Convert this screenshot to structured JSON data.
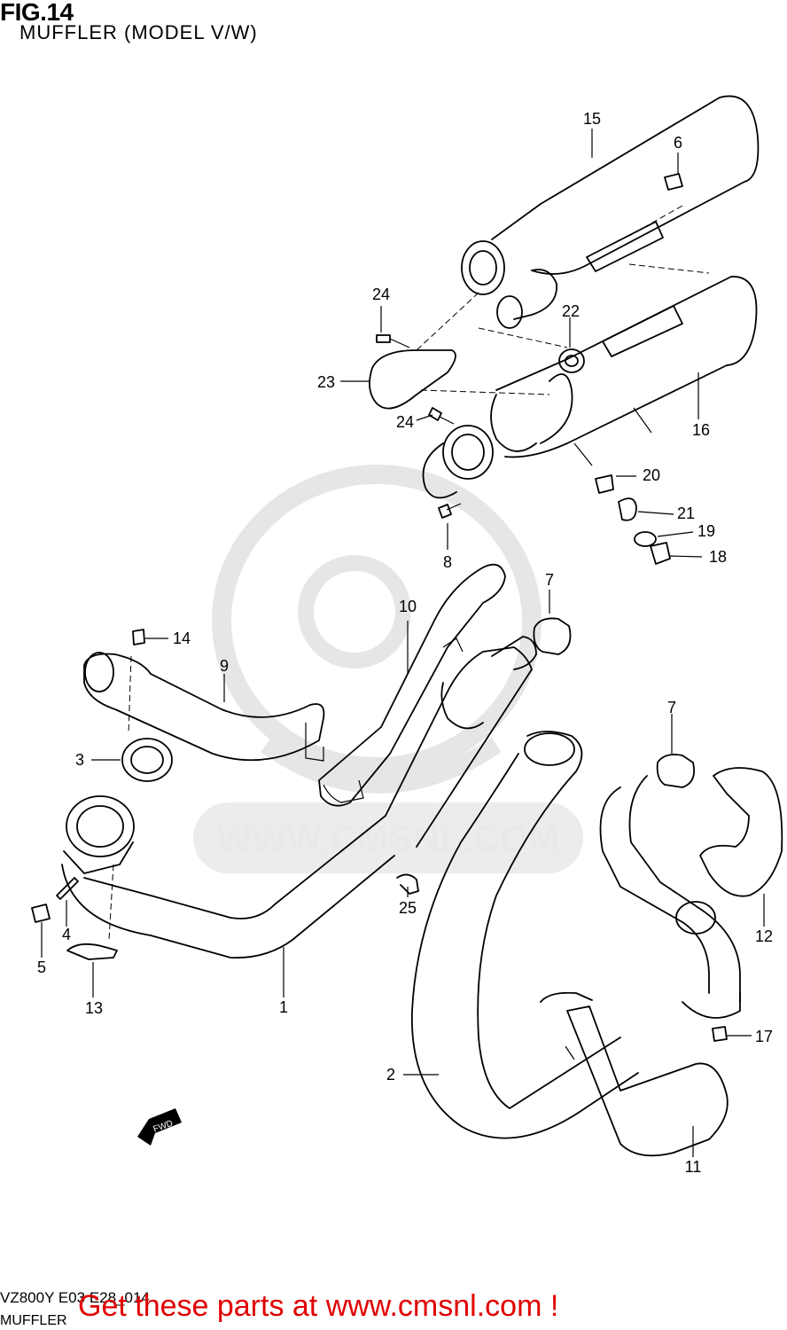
{
  "header": {
    "figure_label": "FIG.14",
    "subtitle": "MUFFLER (MODEL V/W)"
  },
  "watermark": {
    "text": "WWW.CMSNL.COM",
    "brand": "cms"
  },
  "fwd_arrow_label": "FWD",
  "callouts": [
    "1",
    "2",
    "3",
    "4",
    "5",
    "6",
    "7",
    "7",
    "8",
    "9",
    "10",
    "11",
    "12",
    "13",
    "14",
    "15",
    "16",
    "17",
    "18",
    "19",
    "20",
    "21",
    "22",
    "23",
    "24",
    "24",
    "25"
  ],
  "footer": {
    "code": "VZ800Y E03 E28_014",
    "label": "MUFFLER",
    "promo": "Get these parts at www.cmsnl.com !"
  },
  "colors": {
    "promo": "#e00000",
    "line": "#000000",
    "watermark": "#e6e6e6"
  }
}
